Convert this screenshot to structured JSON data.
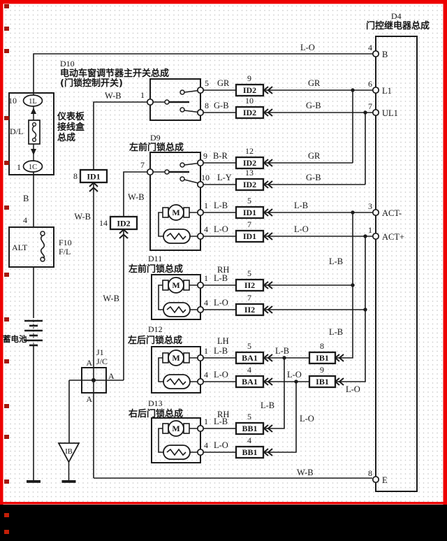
{
  "d4": {
    "id": "D4",
    "name": "门控继电器总成",
    "p_b_num": "4",
    "p_b": "B",
    "p_l1_num": "6",
    "p_l1": "L1",
    "p_ul1_num": "7",
    "p_ul1": "UL1",
    "p_actm_num": "3",
    "p_actm": "ACT-",
    "p_actp_num": "1",
    "p_actp": "ACT+",
    "p_e_num": "8",
    "p_e": "E"
  },
  "d10": {
    "id": "D10",
    "name1": "电动车窗调节器主开关总成",
    "name2": "(门锁控制开关)",
    "t1": "1",
    "t5": "5",
    "t8": "8",
    "w5": "GR",
    "w8": "G-B"
  },
  "d9": {
    "id": "D9",
    "name": "左前门锁总成",
    "motor": "M",
    "t7": "7",
    "t9": "9",
    "t10": "10",
    "t1": "1",
    "t4": "4",
    "w9": "B-R",
    "w10": "L-Y",
    "w1": "L-B",
    "w4": "L-O"
  },
  "d11": {
    "id": "D11",
    "name": "左前门锁总成",
    "side": "RH",
    "motor": "M",
    "t1": "1",
    "t4": "4",
    "w1": "L-B",
    "w4": "L-O"
  },
  "d12": {
    "id": "D12",
    "name": "左后门锁总成",
    "side": "LH",
    "motor": "M",
    "t1": "1",
    "t4": "4",
    "w1": "L-B",
    "w4": "L-O"
  },
  "d13": {
    "id": "D13",
    "name": "右后门锁总成",
    "side": "RH",
    "motor": "M",
    "t1": "1",
    "t4": "4",
    "w1": "L-B",
    "w4": "L-O"
  },
  "panel": {
    "num_top": "10",
    "conn_top": "1L",
    "fuse": "D/L",
    "num_bot": "1",
    "conn_bot": "1C",
    "name1": "仪表板",
    "name2": "接线盒",
    "name3": "总成"
  },
  "alt": {
    "label": "ALT",
    "fuse1": "F10",
    "fuse2": "F/L"
  },
  "battery": {
    "label": "蓄电池"
  },
  "jc": {
    "id": "J1",
    "code": "J/C",
    "a1": "A",
    "a2": "A",
    "a3": "A"
  },
  "ground": {
    "ib": "IB"
  },
  "conn": {
    "id1_8": {
      "num": "8",
      "code": "ID1"
    },
    "id2_14": {
      "num": "14",
      "code": "ID2"
    },
    "id2_9": {
      "num": "9",
      "code": "ID2"
    },
    "id2_10": {
      "num": "10",
      "code": "ID2"
    },
    "id2_12": {
      "num": "12",
      "code": "ID2"
    },
    "id2_13": {
      "num": "13",
      "code": "ID2"
    },
    "id1_5": {
      "num": "5",
      "code": "ID1"
    },
    "id1_7": {
      "num": "7",
      "code": "ID1"
    },
    "ii2_5": {
      "num": "5",
      "code": "II2"
    },
    "ii2_7": {
      "num": "7",
      "code": "II2"
    },
    "ba1_5": {
      "num": "5",
      "code": "BA1"
    },
    "ba1_4": {
      "num": "4",
      "code": "BA1"
    },
    "bb1_5": {
      "num": "5",
      "code": "BB1"
    },
    "bb1_4": {
      "num": "4",
      "code": "BB1"
    },
    "ib1_8": {
      "num": "8",
      "code": "IB1"
    },
    "ib1_9": {
      "num": "9",
      "code": "IB1"
    }
  },
  "wires": {
    "top": "L-O",
    "gr": "GR",
    "gb": "G-B",
    "gr2": "GR",
    "gb2": "G-B",
    "lb": "L-B",
    "lo": "L-O",
    "lb_bus1": "L-B",
    "lb_bus2": "L-B",
    "lo_bus": "L-O",
    "lb_link": "L-B",
    "lo_link": "L-O",
    "lb_br": "L-B",
    "lo_br": "L-O",
    "wb_d10": "W-B",
    "wb_v1": "W-B",
    "wb_d9": "W-B",
    "wb_v2": "W-B",
    "wb_bot": "W-B",
    "b": "B",
    "n4": "4"
  }
}
